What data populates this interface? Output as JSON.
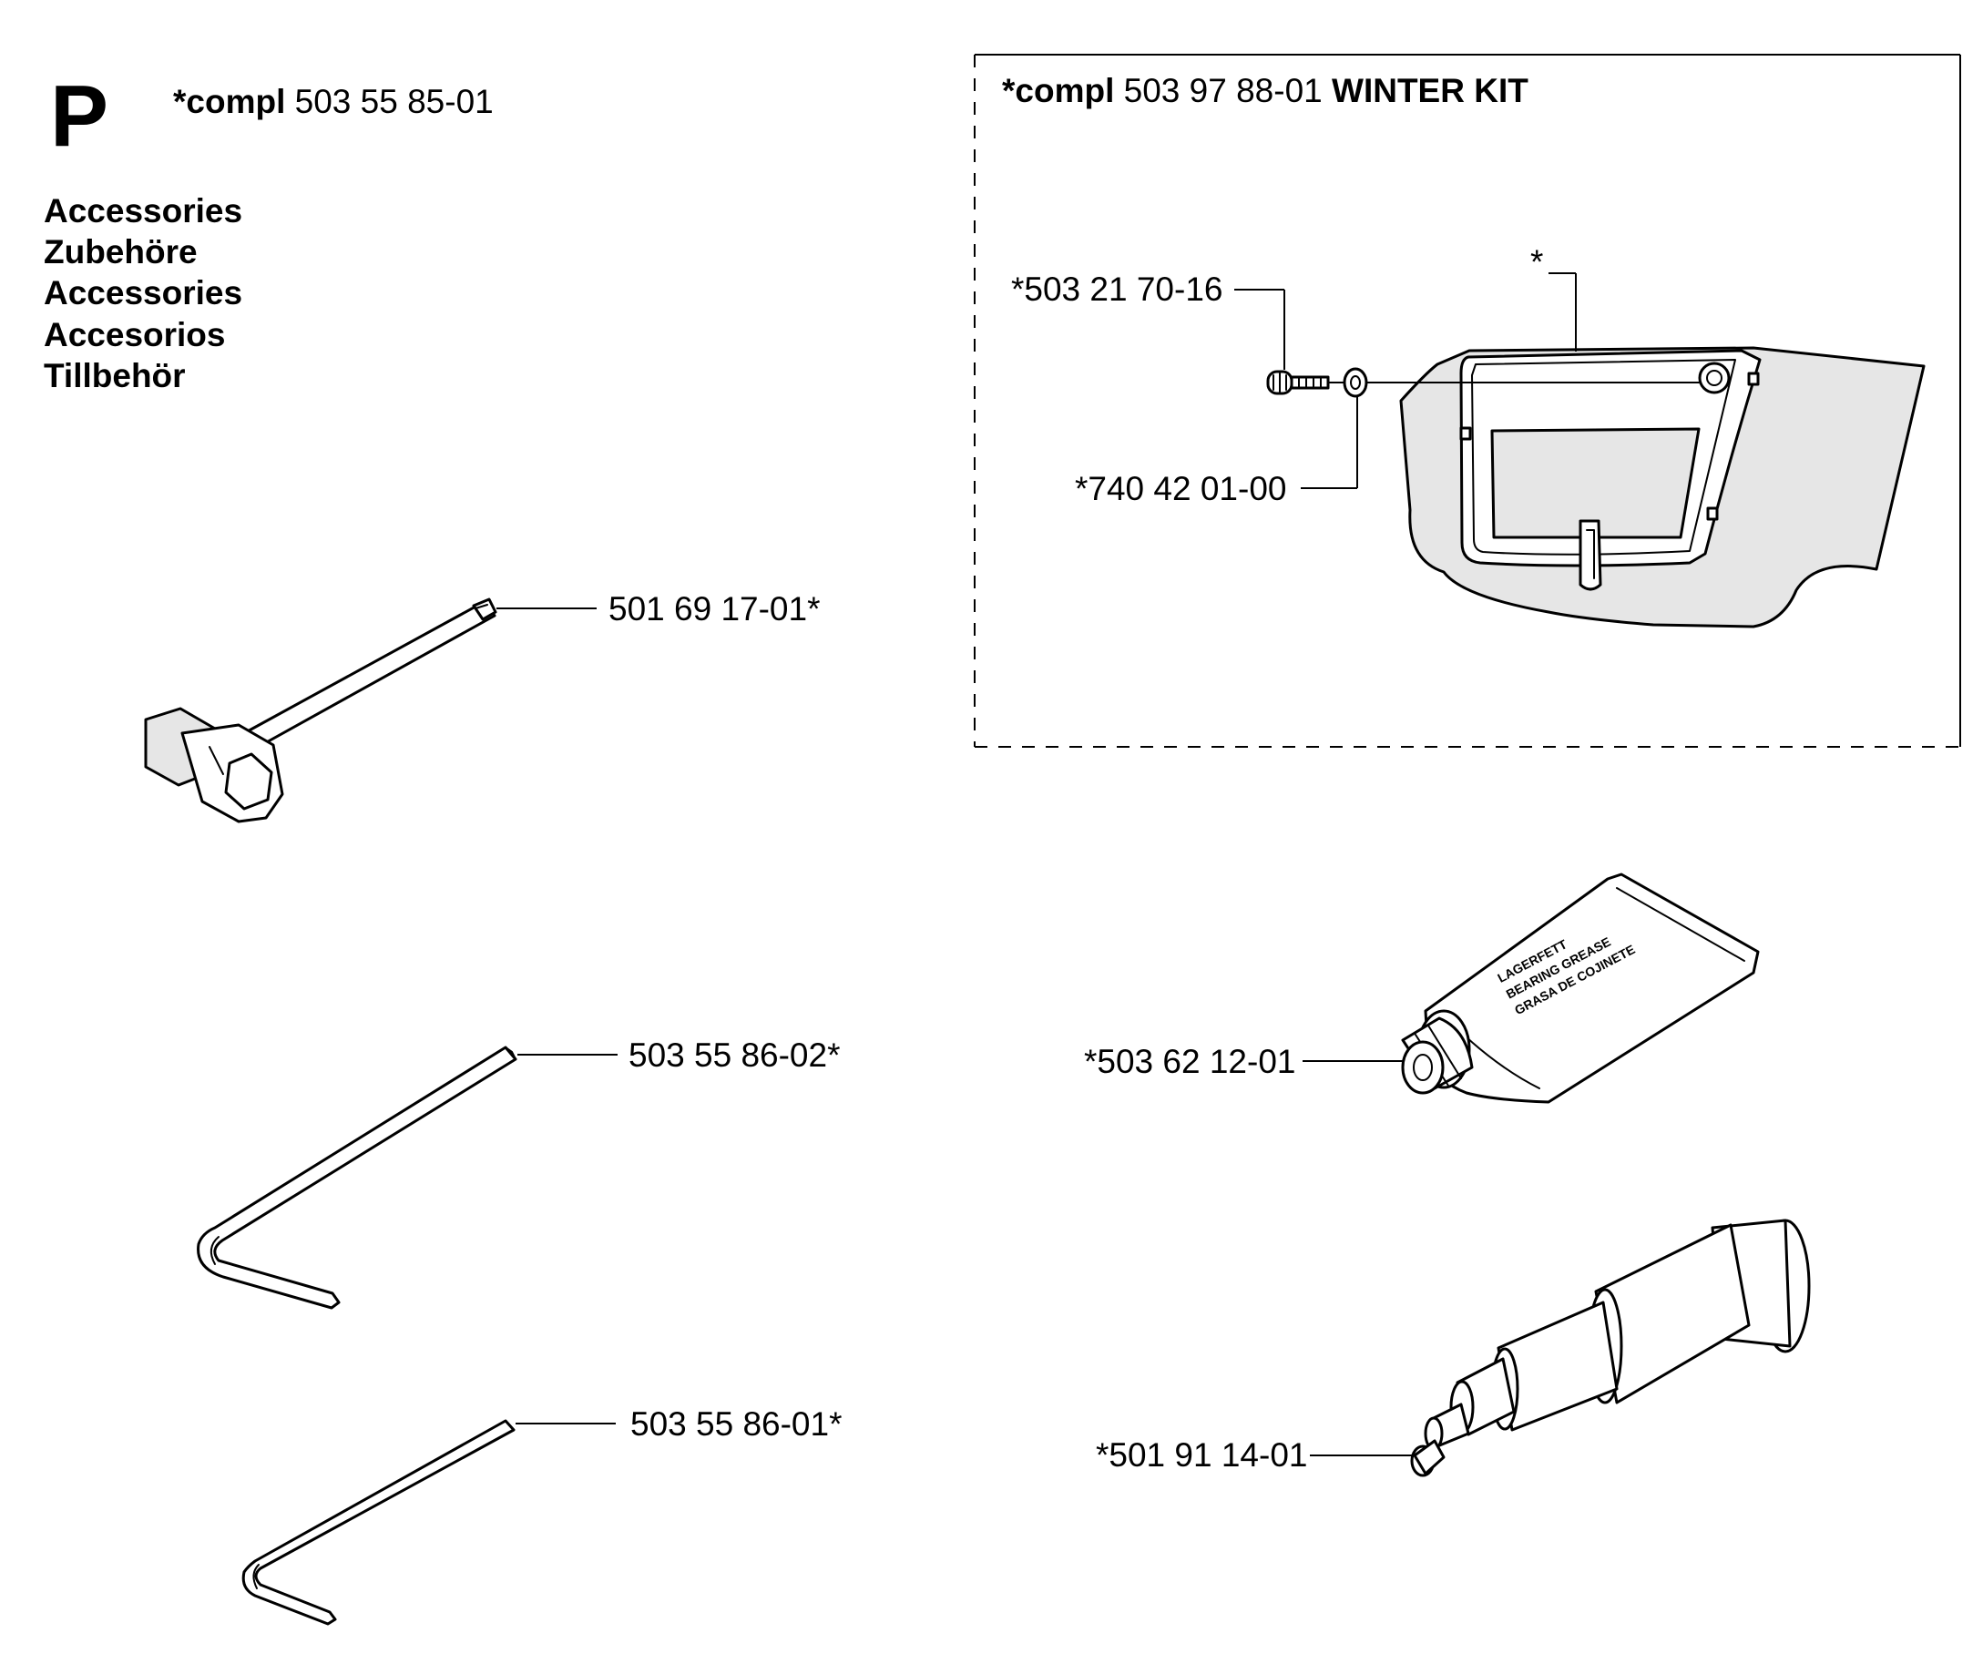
{
  "section": {
    "letter": "P",
    "compl_prefix": "*compl",
    "compl_number": "503 55 85-01"
  },
  "titles": [
    "Accessories",
    "Zubehöre",
    "Accessories",
    "Accesorios",
    "Tillbehör"
  ],
  "winter_kit": {
    "compl_prefix": "*compl",
    "compl_number": "503 97 88-01",
    "name": "WINTER KIT",
    "star_label": "*",
    "screw_label": "*503 21 70-16",
    "washer_label": "*740 42 01-00"
  },
  "parts": {
    "tool_wrench": "501 69 17-01*",
    "hex_key_large": "503 55 86-02*",
    "hex_key_small": "503 55 86-01*",
    "grease_tube": "*503 62 12-01",
    "grease_gun": "*501 91 14-01"
  },
  "tube_print": [
    "LAGERFETT",
    "BEARING GREASE",
    "GRASA DE COJINETE"
  ]
}
